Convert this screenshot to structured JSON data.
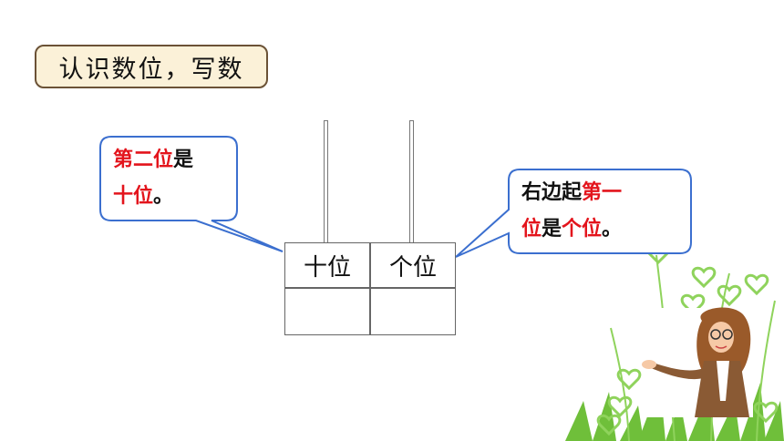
{
  "title": "认识数位，写数",
  "table": {
    "headers": [
      "十位",
      "个位"
    ],
    "values": [
      "",
      ""
    ]
  },
  "left_bubble": {
    "line1_red": "第二位",
    "line1_black": "是",
    "line2_red": "十位",
    "line2_black": "。"
  },
  "right_bubble": {
    "line1_black": "右边起",
    "line1_red": "第一",
    "line2_red1": "位",
    "line2_black1": "是",
    "line2_red2": "个位",
    "line2_black2": "。"
  },
  "colors": {
    "highlight": "#e3141c",
    "bubble_border": "#3b6fcf",
    "title_bg": "#fbf1d8",
    "title_border": "#6b5236"
  }
}
